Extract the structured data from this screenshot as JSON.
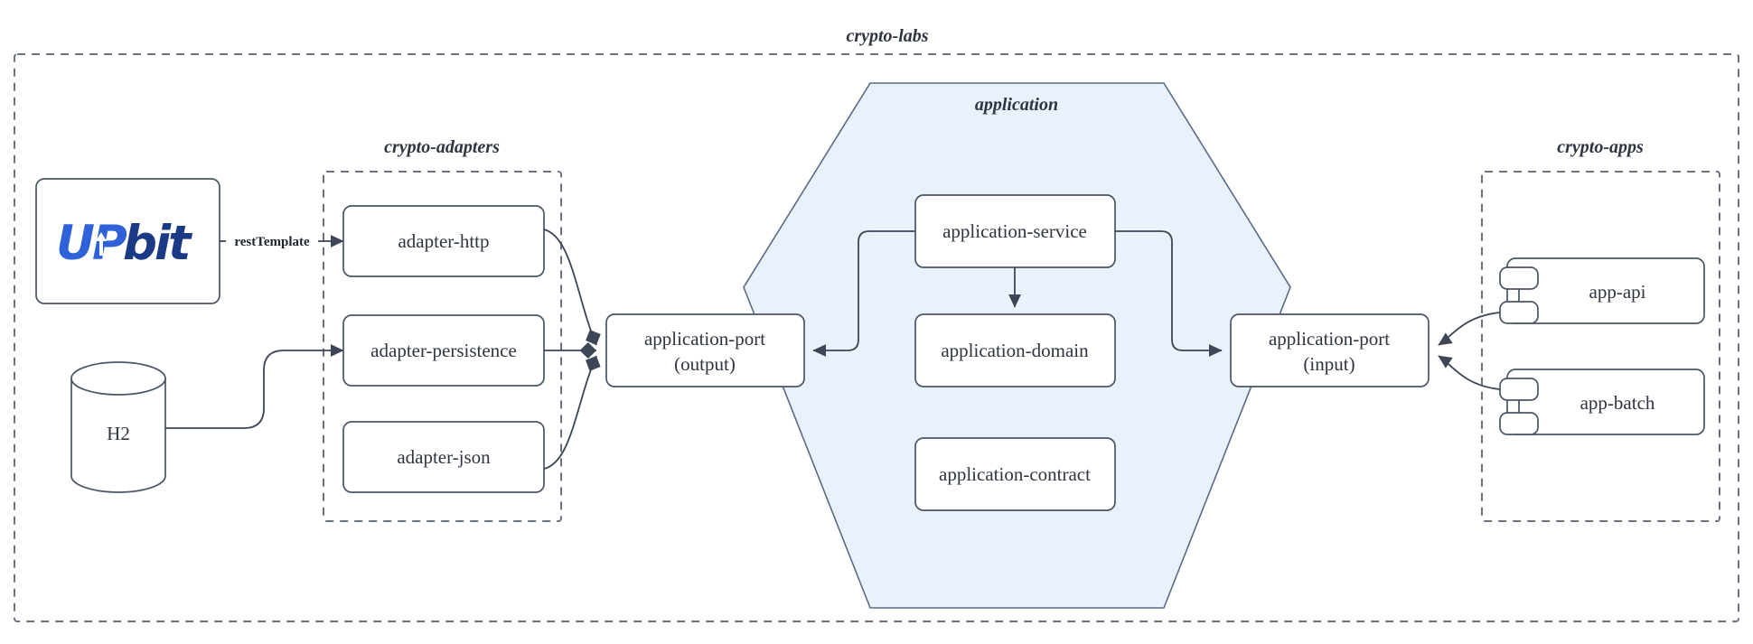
{
  "diagram": {
    "title": "crypto-labs",
    "type": "hexagonal-architecture-diagram",
    "background_color": "#ffffff",
    "groups": [
      {
        "id": "crypto-labs",
        "label": "crypto-labs",
        "style": "dashed-rectangle"
      },
      {
        "id": "crypto-adapters",
        "label": "crypto-adapters",
        "style": "dashed-rectangle"
      },
      {
        "id": "application",
        "label": "application",
        "style": "hexagon",
        "fill": "#e9f1fd"
      },
      {
        "id": "crypto-apps",
        "label": "crypto-apps",
        "style": "dashed-rectangle"
      }
    ],
    "external": {
      "upbit": {
        "label_up": "UP",
        "label_bit": "bit",
        "name": "UPbit",
        "color_up": "#2f62d8",
        "color_bit": "#1b3a85"
      },
      "database": {
        "label": "H2",
        "shape": "cylinder"
      }
    },
    "adapters": [
      {
        "id": "adapter-http",
        "label": "adapter-http"
      },
      {
        "id": "adapter-persistence",
        "label": "adapter-persistence"
      },
      {
        "id": "adapter-json",
        "label": "adapter-json"
      }
    ],
    "ports": [
      {
        "id": "application-port-output",
        "line1": "application-port",
        "line2": "(output)"
      },
      {
        "id": "application-port-input",
        "line1": "application-port",
        "line2": "(input)"
      }
    ],
    "application_modules": [
      {
        "id": "application-service",
        "label": "application-service"
      },
      {
        "id": "application-domain",
        "label": "application-domain"
      },
      {
        "id": "application-contract",
        "label": "application-contract"
      }
    ],
    "apps": [
      {
        "id": "app-api",
        "label": "app-api",
        "shape": "uml-component"
      },
      {
        "id": "app-batch",
        "label": "app-batch",
        "shape": "uml-component"
      }
    ],
    "edges": [
      {
        "from": "UPbit",
        "to": "adapter-http",
        "label": "restTemplate"
      },
      {
        "from": "H2",
        "to": "adapter-persistence",
        "label": ""
      },
      {
        "from": "adapter-http",
        "to": "application-port-output",
        "label": ""
      },
      {
        "from": "adapter-persistence",
        "to": "application-port-output",
        "label": ""
      },
      {
        "from": "adapter-json",
        "to": "application-port-output",
        "label": ""
      },
      {
        "from": "application-service",
        "to": "application-port-output",
        "label": ""
      },
      {
        "from": "application-service",
        "to": "application-domain",
        "label": ""
      },
      {
        "from": "application-service",
        "to": "application-port-input",
        "label": ""
      },
      {
        "from": "app-api",
        "to": "application-port-input",
        "label": ""
      },
      {
        "from": "app-batch",
        "to": "application-port-input",
        "label": ""
      }
    ]
  }
}
